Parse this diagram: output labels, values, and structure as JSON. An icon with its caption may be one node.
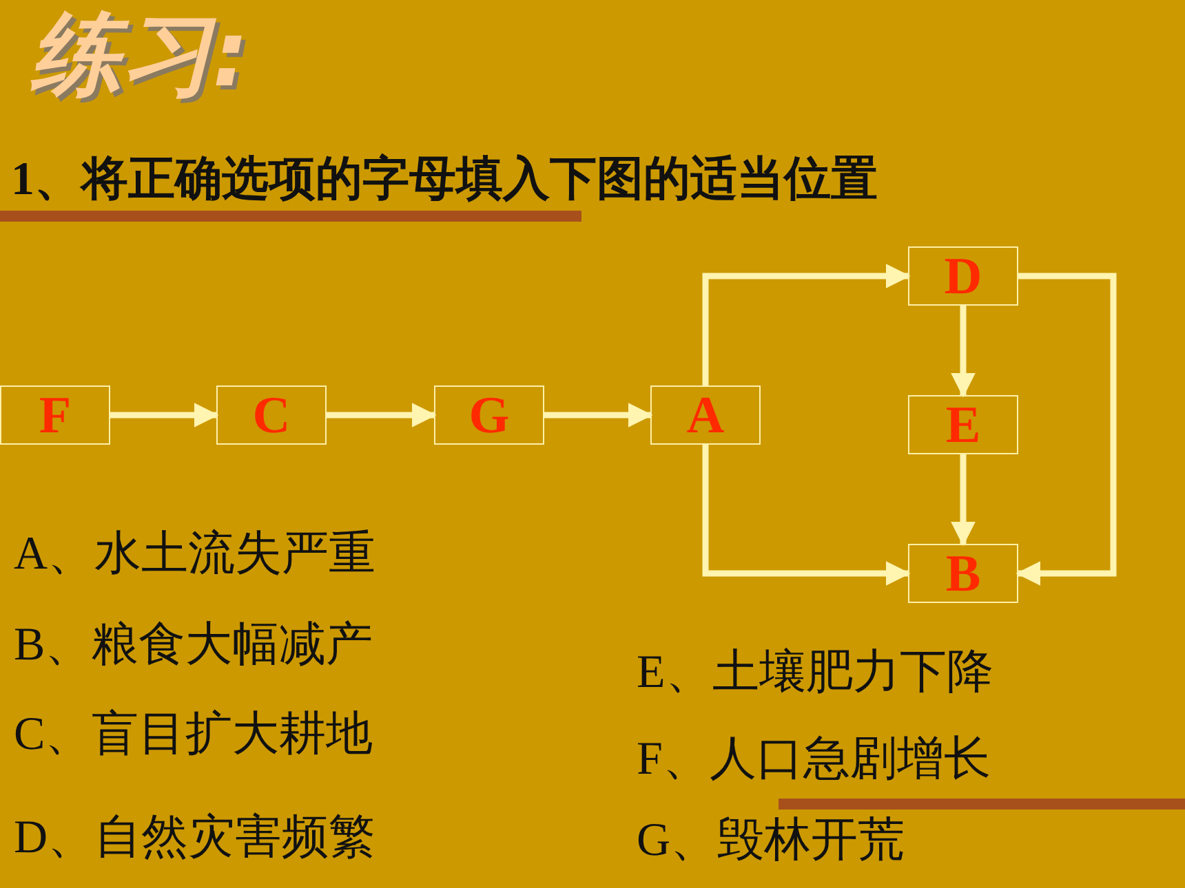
{
  "diagram": {
    "title": "练习:",
    "nodes": [
      {
        "text": [
          "F"
        ]
      },
      {
        "text": [
          "C"
        ]
      },
      {
        "text": [
          "G"
        ]
      },
      {
        "text": [
          "A"
        ]
      },
      {
        "text": [
          "D"
        ]
      },
      {
        "text": [
          "E"
        ]
      },
      {
        "text": [
          "B"
        ]
      }
    ],
    "edges": [
      {
        "from": 0,
        "to": 1,
        "arrow": "to"
      },
      {
        "from": 1,
        "to": 2,
        "arrow": "to"
      },
      {
        "from": 2,
        "to": 3,
        "arrow": "to"
      },
      {
        "from": 3,
        "to": 4,
        "arrow": "to"
      },
      {
        "from": 3,
        "to": 6,
        "arrow": "to"
      },
      {
        "from": 4,
        "to": 5,
        "arrow": "to"
      },
      {
        "from": 5,
        "to": 6,
        "arrow": "to"
      },
      {
        "from": 4,
        "to": 6,
        "arrow": "to"
      }
    ],
    "labels": [
      "1、将正确选项的字母填入下图的适当位置",
      "A、水土流失严重",
      "B、粮食大幅减产",
      "E、土壤肥力下降",
      "C、盲目扩大耕地",
      "F、人口急剧增长",
      "D、自然灾害频繁",
      "G、毁林开荒"
    ]
  }
}
